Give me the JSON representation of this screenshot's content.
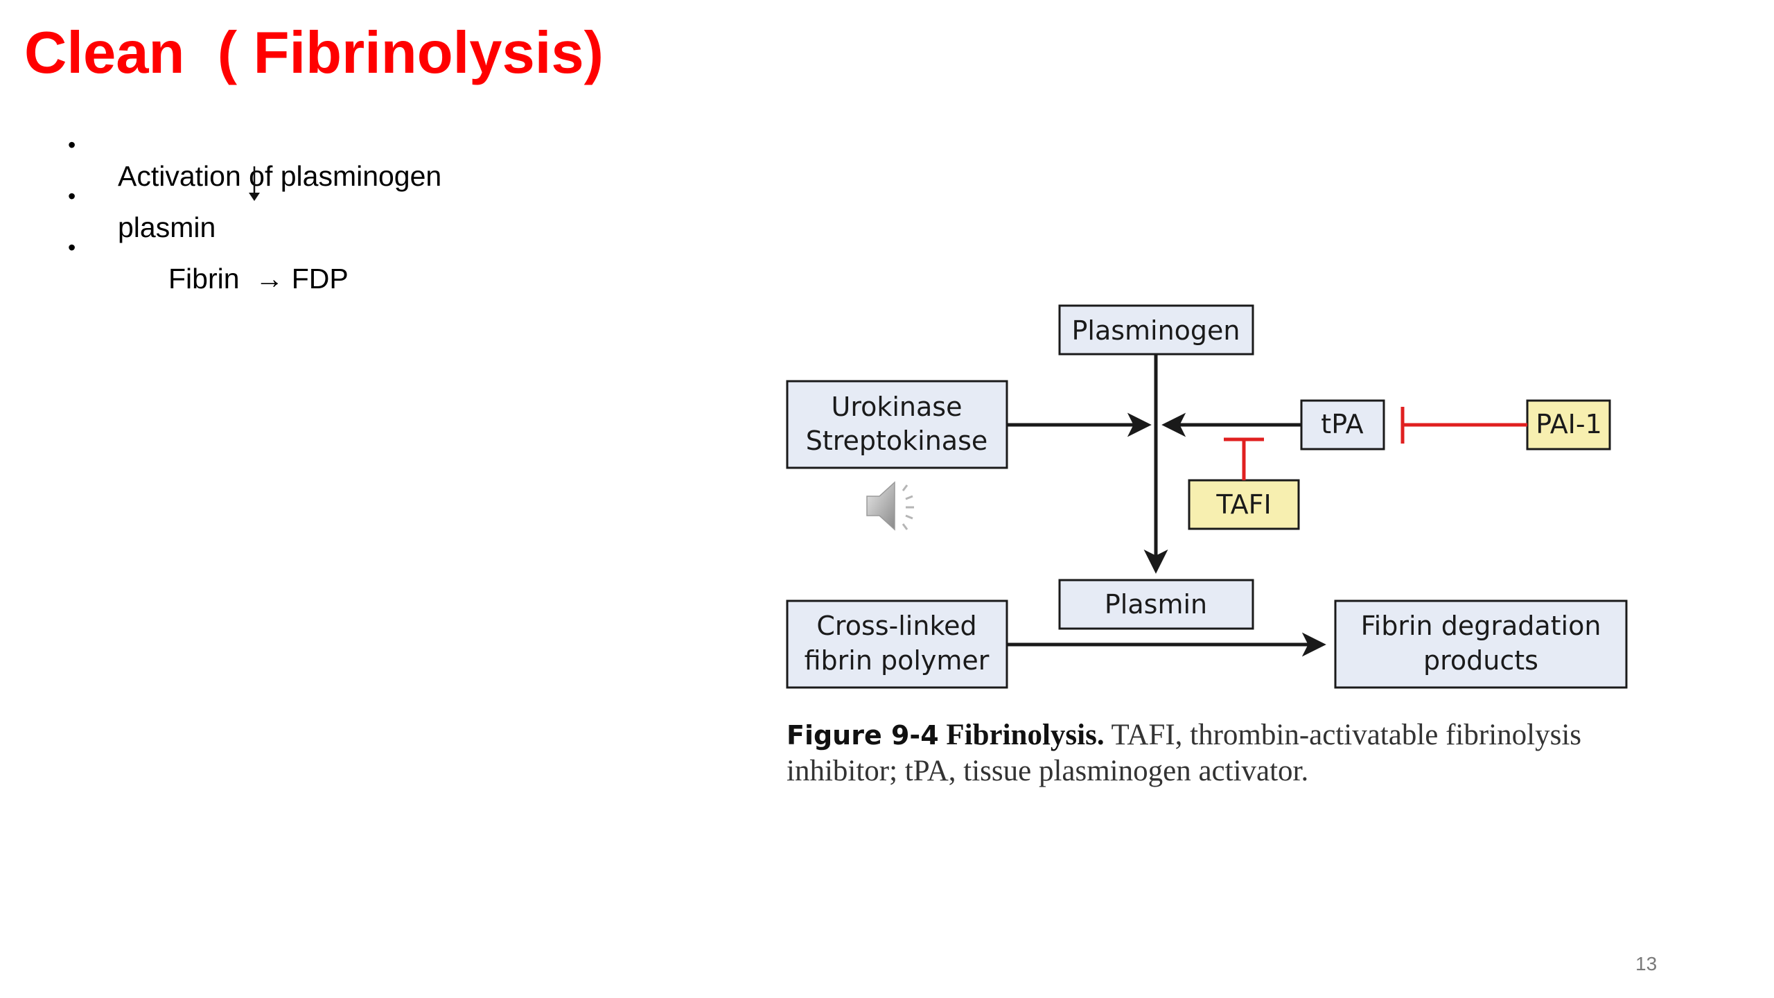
{
  "slide": {
    "title": "Clean  ( Fibrinolysis)",
    "bullets": [
      {
        "text": "Activation of plasminogen"
      },
      {
        "text": "plasmin"
      },
      {
        "text": "Fibrin  → FDP"
      }
    ],
    "page_number": "13"
  },
  "diagram": {
    "nodes": {
      "plasminogen": "Plasminogen",
      "activators_line1": "Urokinase",
      "activators_line2": "Streptokinase",
      "tpa": "tPA",
      "pai1": "PAI-1",
      "tafi": "TAFI",
      "plasmin": "Plasmin",
      "substrate_line1": "Cross-linked",
      "substrate_line2": "fibrin polymer",
      "products_line1": "Fibrin degradation",
      "products_line2": "products"
    },
    "colors": {
      "box_fill": "#e6ebf5",
      "inhibitor_fill": "#f7efb0",
      "inhibit_line": "#e02020",
      "arrow": "#1a1a1a"
    }
  },
  "caption": {
    "figure_label": "Figure 9-4",
    "figure_name": "Fibrinolysis.",
    "text": " TAFI, thrombin-activatable fibrinolysis inhibitor; tPA, tissue plasminogen activator."
  },
  "media": {
    "icon": "speaker-icon"
  }
}
